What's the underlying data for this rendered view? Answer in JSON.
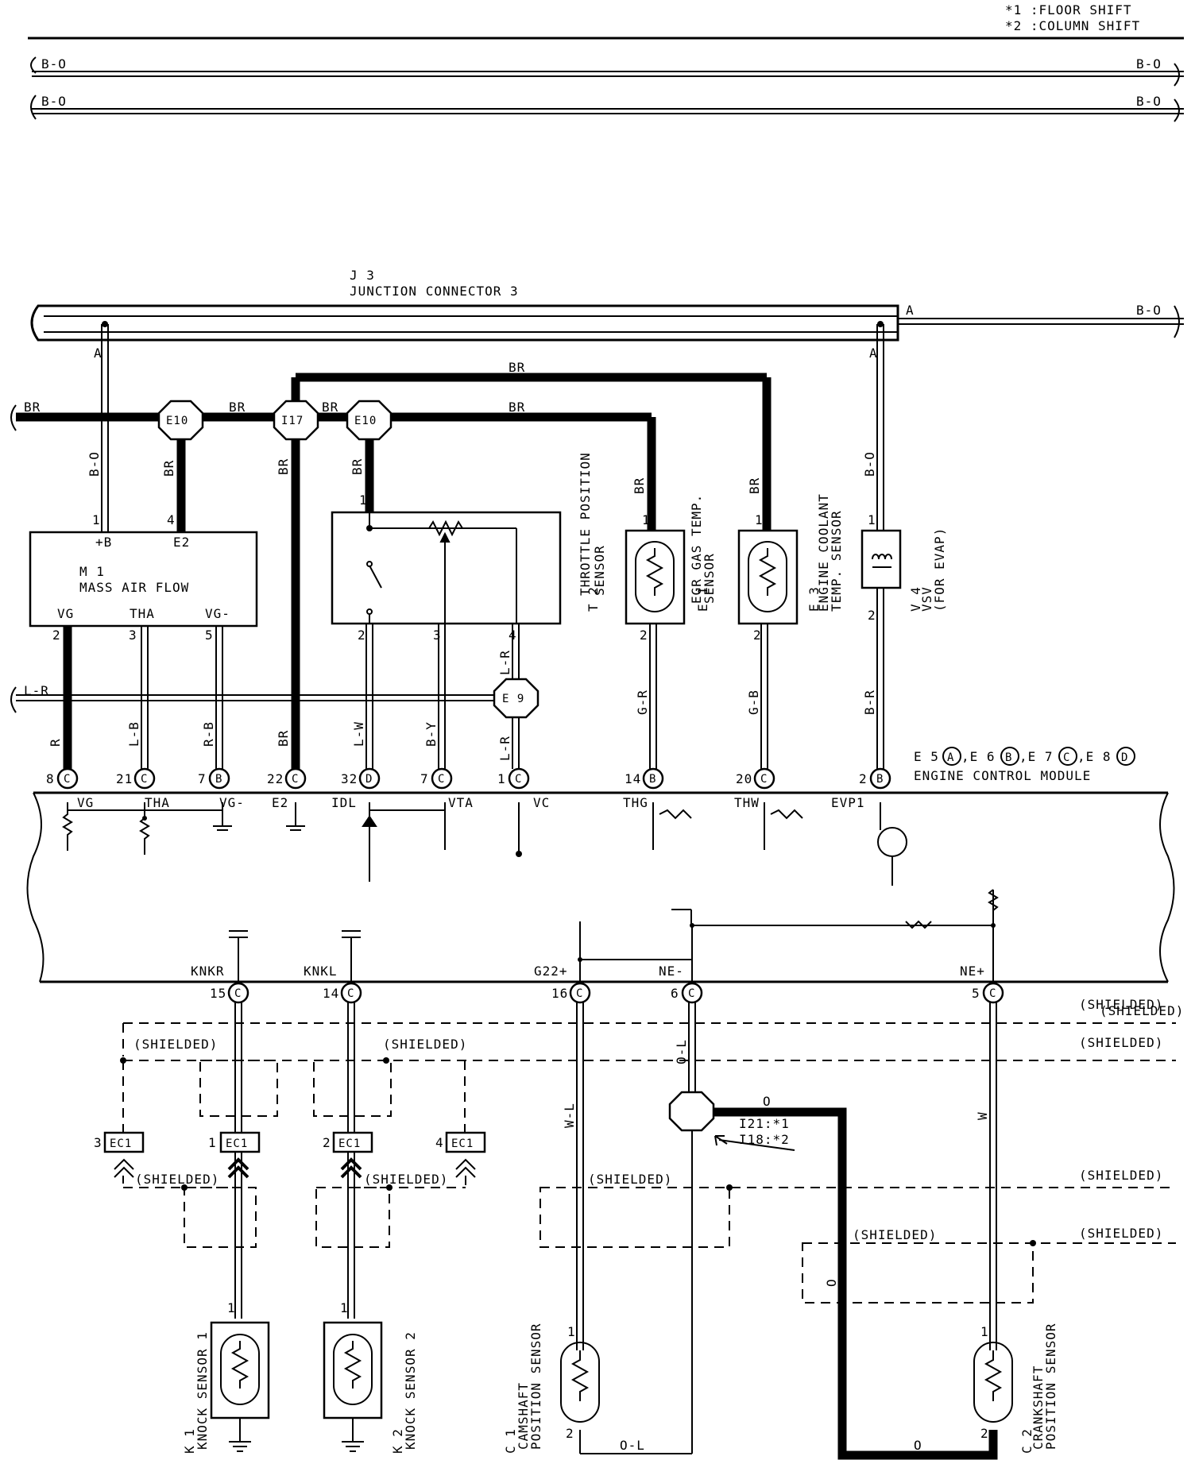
{
  "notes": {
    "n1": "*1 :FLOOR SHIFT",
    "n2": "*2 :COLUMN SHIFT"
  },
  "top_wires": {
    "left1": "B-O",
    "right1": "B-O",
    "left2": "B-O",
    "right2": "B-O"
  },
  "junction": {
    "code": "J 3",
    "name": "JUNCTION CONNECTOR 3",
    "pin": "A",
    "out_color": "B-O"
  },
  "wire_labels": {
    "br_top": "BR",
    "br_mid": "BR",
    "br_left": "BR",
    "br_e10a": "BR",
    "br_i17": "BR",
    "a_left": "A",
    "a_right": "A",
    "bo_left": "B-O",
    "bo_right": "B-O",
    "br_vert_e10": "BR",
    "br_vert_i17": "BR",
    "br_vert_e10b": "BR",
    "br_egr": "BR",
    "br_ect": "BR",
    "lr_left": "L-R",
    "r": "R",
    "lb": "L-B",
    "rb": "R-B",
    "br_e2": "BR",
    "lw": "L-W",
    "by": "B-Y",
    "lr_top": "L-R",
    "lr_bot": "L-R",
    "gr": "G-R",
    "gb": "G-B",
    "br_vsv": "B-R",
    "wl": "W-L",
    "ol_vert": "O-L",
    "o_top": "O",
    "o_mid": "O",
    "o_bot": "O",
    "w_right": "W",
    "ol_bot": "O-L"
  },
  "connectors": {
    "e10": "E10",
    "i17": "I17",
    "e10b": "E10",
    "e9": "E 9",
    "i21": "I21:*1",
    "i18": "I18:*2"
  },
  "components": {
    "m1": {
      "code": "M 1",
      "name": "MASS AIR FLOW",
      "p_b": "+B",
      "p_e2": "E2",
      "p_vg": "VG",
      "p_tha": "THA",
      "p_vgm": "VG-"
    },
    "t2": {
      "code": "T 2",
      "line1": "THROTTLE POSITION",
      "line2": "SENSOR"
    },
    "e1": {
      "code": "E 1",
      "line1": "EGR GAS TEMP.",
      "line2": "SENSOR"
    },
    "e3": {
      "code": "E 3",
      "line1": "ENGINE COOLANT",
      "line2": "TEMP. SENSOR"
    },
    "v4": {
      "code": "V 4",
      "line1": "VSV",
      "line2": "(FOR EVAP)"
    },
    "k1": {
      "code": "K 1",
      "name": "KNOCK SENSOR 1"
    },
    "k2": {
      "code": "K 2",
      "name": "KNOCK SENSOR 2"
    },
    "c1": {
      "code": "C 1",
      "line1": "CAMSHAFT",
      "line2": "POSITION SENSOR"
    },
    "c2": {
      "code": "C 2",
      "line1": "CRANKSHAFT",
      "line2": "POSITION SENSOR"
    }
  },
  "pins": {
    "m1_1": "1",
    "m1_4": "4",
    "m1_2": "2",
    "m1_3": "3",
    "m1_5": "5",
    "t2_1": "1",
    "t2_2": "2",
    "t2_3": "3",
    "t2_4": "4",
    "e1_1": "1",
    "e1_2": "2",
    "e3_1": "1",
    "e3_2": "2",
    "v4_1": "1",
    "v4_2": "2",
    "k1_1": "1",
    "k2_1": "1",
    "c1_1": "1",
    "c1_2": "2",
    "c2_1": "1",
    "c2_2": "2"
  },
  "ecm": {
    "title_prefix": "E 5",
    "title_e6": ",E 6",
    "title_e7": ",E 7",
    "title_e8": ",E 8",
    "letter_a": "A",
    "letter_b": "B",
    "letter_c": "C",
    "letter_d": "D",
    "name": "ENGINE CONTROL MODULE",
    "upper_terms": [
      {
        "num": "8",
        "letter": "C",
        "sig": "VG"
      },
      {
        "num": "21",
        "letter": "C",
        "sig": "THA"
      },
      {
        "num": "7",
        "letter": "B",
        "sig": "VG-"
      },
      {
        "num": "22",
        "letter": "C",
        "sig": "E2"
      },
      {
        "num": "32",
        "letter": "D",
        "sig": "IDL"
      },
      {
        "num": "7",
        "letter": "C",
        "sig": "VTA"
      },
      {
        "num": "1",
        "letter": "C",
        "sig": "VC"
      },
      {
        "num": "14",
        "letter": "B",
        "sig": "THG"
      },
      {
        "num": "20",
        "letter": "C",
        "sig": "THW"
      },
      {
        "num": "2",
        "letter": "B",
        "sig": "EVP1"
      }
    ],
    "lower_terms": [
      {
        "num": "15",
        "letter": "C",
        "sig": "KNKR"
      },
      {
        "num": "14",
        "letter": "C",
        "sig": "KNKL"
      },
      {
        "num": "16",
        "letter": "C",
        "sig": "G22+"
      },
      {
        "num": "6",
        "letter": "C",
        "sig": "NE-"
      },
      {
        "num": "5",
        "letter": "C",
        "sig": "NE+"
      }
    ]
  },
  "ec1": {
    "label": "EC1",
    "p3": "3",
    "p1": "1",
    "p2": "2",
    "p4": "4"
  },
  "shielded": {
    "s1": "(SHIELDED)",
    "s2": "(SHIELDED)",
    "s3": "(SHIELDED)",
    "s4": "(SHIELDED)",
    "s5": "(SHIELDED)",
    "s6": "(SHIELDED)",
    "s7": "(SHIELDED)",
    "s8": "(SHIELDED)",
    "s9": "(SHIELDED)",
    "s10": "(SHIELDED)",
    "s11": "(SHIELDED)"
  }
}
